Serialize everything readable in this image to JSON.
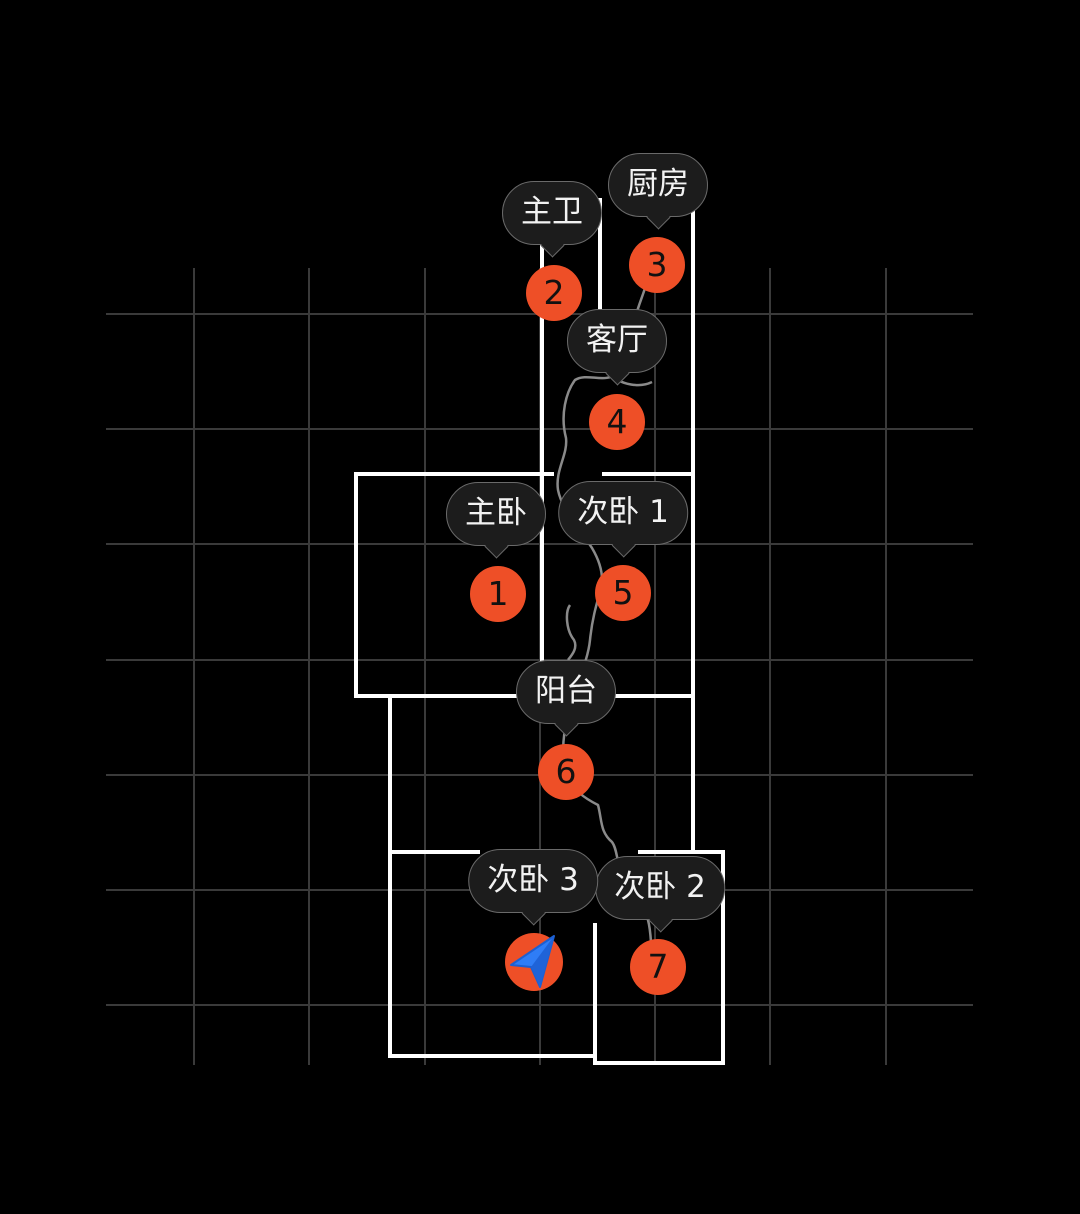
{
  "rooms": [
    {
      "label": "主卧",
      "step": "1"
    },
    {
      "label": "主卫",
      "step": "2"
    },
    {
      "label": "厨房",
      "step": "3"
    },
    {
      "label": "客厅",
      "step": "4"
    },
    {
      "label": "次卧 1",
      "step": "5"
    },
    {
      "label": "阳台",
      "step": "6"
    },
    {
      "label": "次卧 2",
      "step": "7"
    },
    {
      "label": "次卧 3"
    }
  ],
  "colors": {
    "background": "#000000",
    "grid": "#3a3a3a",
    "walls": "#ffffff",
    "path": "#8a8a8a",
    "marker": "#ee4f27",
    "current_location": "#2f7df6",
    "label_background": "#1c1c1c"
  },
  "icons": {
    "current_location": "navigation-arrow-icon"
  }
}
